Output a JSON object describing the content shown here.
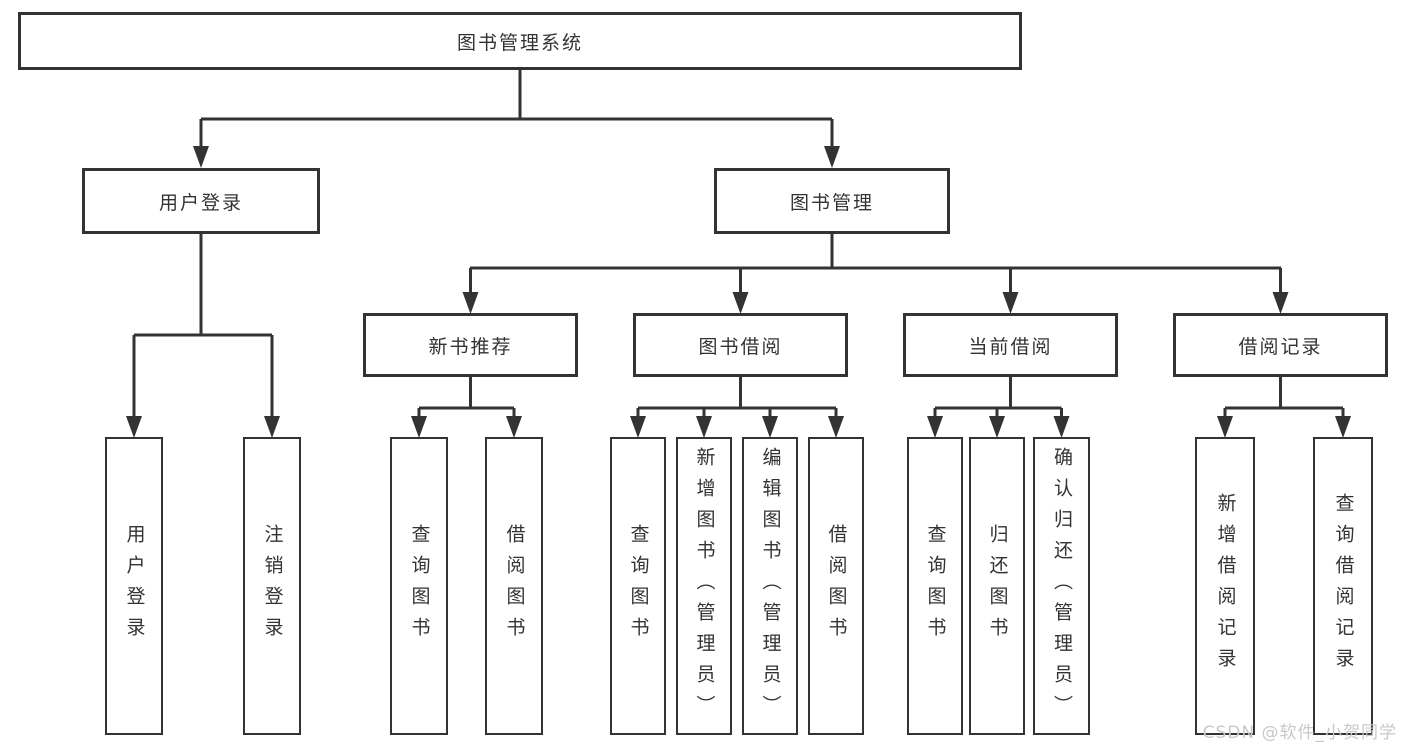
{
  "diagram": {
    "root": {
      "label": "图书管理系统"
    },
    "branches": [
      {
        "label": "用户登录",
        "leaves": [
          "用户登录",
          "注销登录"
        ]
      },
      {
        "label": "图书管理",
        "children": [
          {
            "label": "新书推荐",
            "leaves": [
              "查询图书",
              "借阅图书"
            ]
          },
          {
            "label": "图书借阅",
            "leaves": [
              "查询图书",
              "新增图书（管理员）",
              "编辑图书（管理员）",
              "借阅图书"
            ]
          },
          {
            "label": "当前借阅",
            "leaves": [
              "查询图书",
              "归还图书",
              "确认归还（管理员）"
            ]
          },
          {
            "label": "借阅记录",
            "leaves": [
              "新增借阅记录",
              "查询借阅记录"
            ]
          }
        ]
      }
    ]
  },
  "watermark": {
    "text": "CSDN @软件_小贺同学"
  },
  "colors": {
    "line": "#333333",
    "text": "#333333",
    "background": "#ffffff",
    "watermark": "#c9c9c9"
  }
}
